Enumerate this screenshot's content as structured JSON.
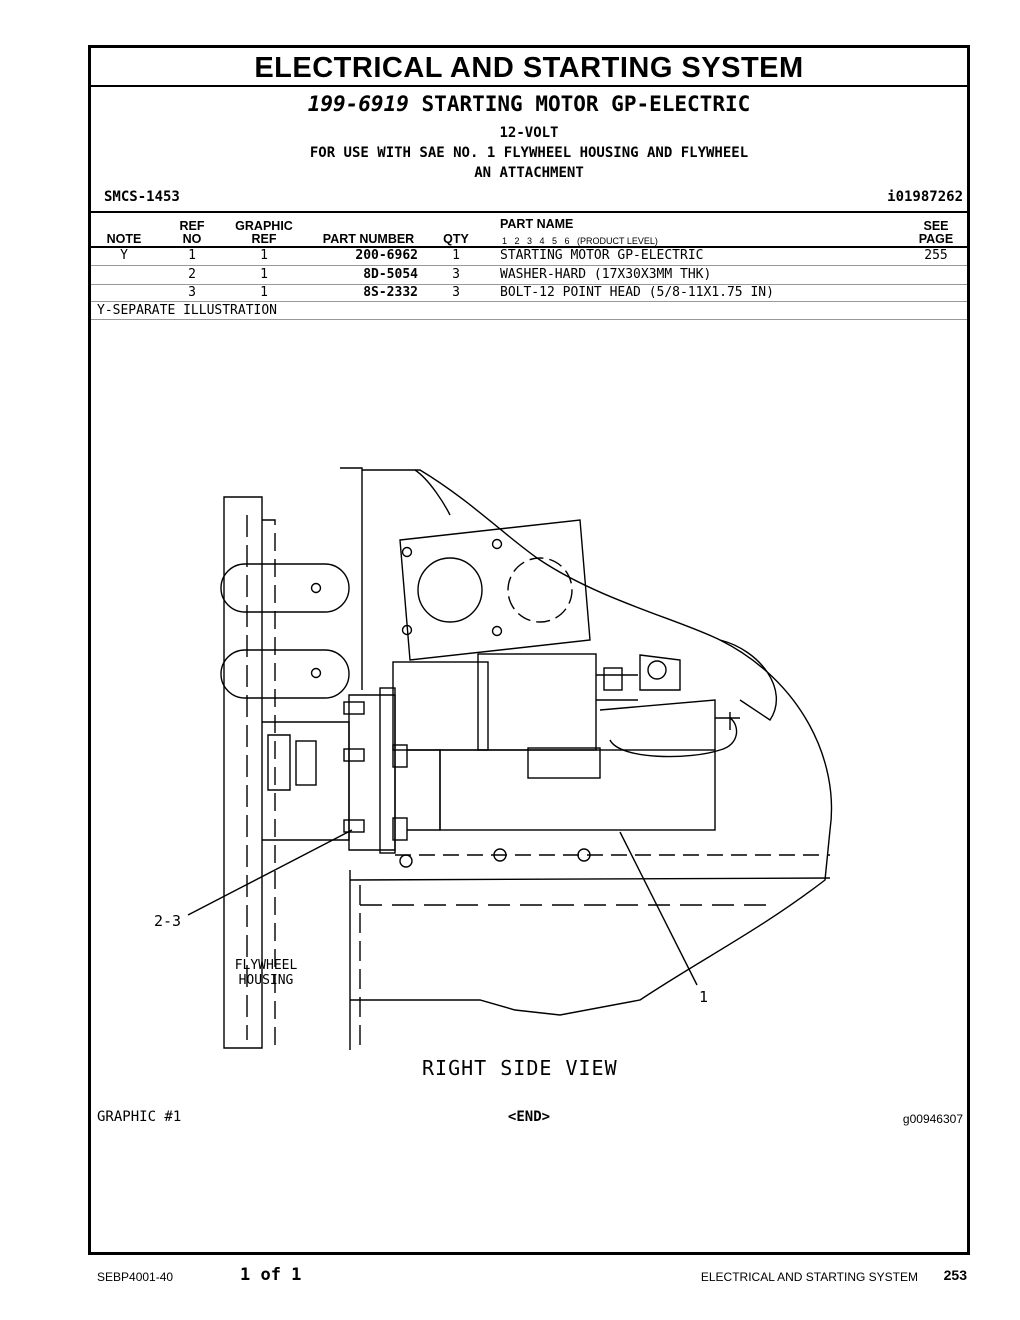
{
  "header": {
    "title": "ELECTRICAL AND STARTING SYSTEM",
    "group_number": "199-6919",
    "group_name": "STARTING MOTOR GP-ELECTRIC",
    "line_voltage": "12-VOLT",
    "line_use": "FOR USE WITH SAE NO. 1 FLYWHEEL HOUSING AND FLYWHEEL",
    "line_attachment": "AN ATTACHMENT",
    "smcs": "SMCS-1453",
    "doc_id": "i01987262"
  },
  "table": {
    "columns": {
      "note": "NOTE",
      "ref_no_1": "REF",
      "ref_no_2": "NO",
      "graphic_ref_1": "GRAPHIC",
      "graphic_ref_2": "REF",
      "part_number": "PART NUMBER",
      "qty": "QTY",
      "part_name": "PART NAME",
      "product_level": "1   2   3   4   5   6   (PRODUCT LEVEL)",
      "see_page_1": "SEE",
      "see_page_2": "PAGE"
    },
    "rows": [
      {
        "note": "Y",
        "ref_no": "1",
        "graphic_ref": "1",
        "part_number": "200-6962",
        "qty": "1",
        "part_name": "STARTING MOTOR GP-ELECTRIC",
        "see_page": "255"
      },
      {
        "note": "",
        "ref_no": "2",
        "graphic_ref": "1",
        "part_number": "8D-5054",
        "qty": "3",
        "part_name": "WASHER-HARD (17X30X3MM THK)",
        "see_page": ""
      },
      {
        "note": "",
        "ref_no": "3",
        "graphic_ref": "1",
        "part_number": "8S-2332",
        "qty": "3",
        "part_name": "BOLT-12 POINT HEAD (5/8-11X1.75 IN)",
        "see_page": ""
      }
    ],
    "note_text": "Y-SEPARATE ILLUSTRATION"
  },
  "illustration": {
    "callout_2_3": "2-3",
    "callout_1": "1",
    "label_housing_1": "FLYWHEEL",
    "label_housing_2": "HOUSING",
    "view_label": "RIGHT SIDE VIEW"
  },
  "graphic_footer": {
    "graphic_label": "GRAPHIC #1",
    "end_label": "<END>",
    "graphic_id": "g00946307"
  },
  "page_footer": {
    "doc_number": "SEBP4001-40",
    "page_count": "1 of 1",
    "section": "ELECTRICAL AND STARTING SYSTEM",
    "page_number": "253"
  }
}
